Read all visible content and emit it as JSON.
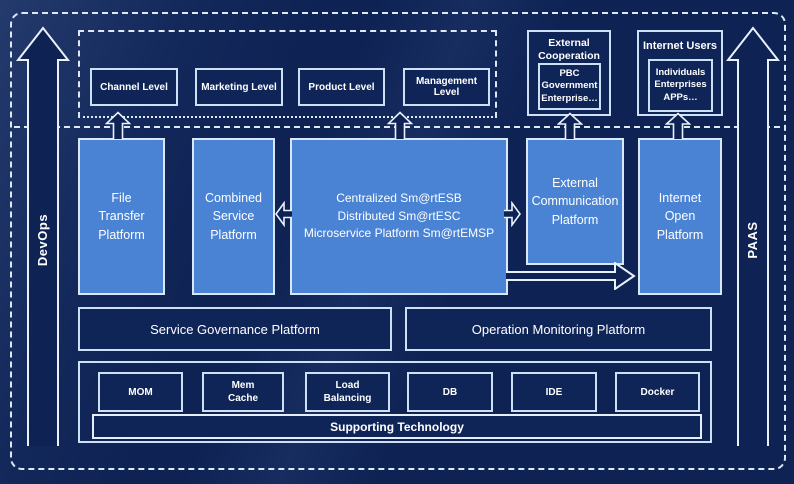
{
  "rails": {
    "devops_label": "DevOps",
    "paas_label": "PAAS"
  },
  "levels_row": {
    "items": [
      "Channel Level",
      "Marketing Level",
      "Product Level",
      "Management Level"
    ]
  },
  "external_cooperation": {
    "title": "External\nCooperation",
    "inner_box": "PBC Government\nEnterprise…"
  },
  "internet_users": {
    "title": "Internet Users",
    "inner_box": "Individuals\nEnterprises\nAPPs…"
  },
  "platforms": {
    "file_transfer": "File\nTransfer\nPlatform",
    "combined_service": "Combined\nService\nPlatform",
    "central_esb": "Centralized Sm@rtESB\nDistributed Sm@rtESC\nMicroservice Platform Sm@rtEMSP",
    "external_communication": "External\nCommunication\nPlatform",
    "internet_open": "Internet\nOpen\nPlatform"
  },
  "governance_row": {
    "service_governance": "Service Governance Platform",
    "operation_monitoring": "Operation Monitoring Platform"
  },
  "supporting": {
    "items": [
      "MOM",
      "Mem\nCache",
      "Load\nBalancing",
      "DB",
      "IDE",
      "Docker"
    ],
    "bar_label": "Supporting Technology"
  },
  "colors": {
    "background": "#0e2254",
    "panel_blue": "#4a82d4",
    "box_border_light": "#d9e7f6",
    "dashed_line": "#dde9f7",
    "text": "#ffffff"
  }
}
